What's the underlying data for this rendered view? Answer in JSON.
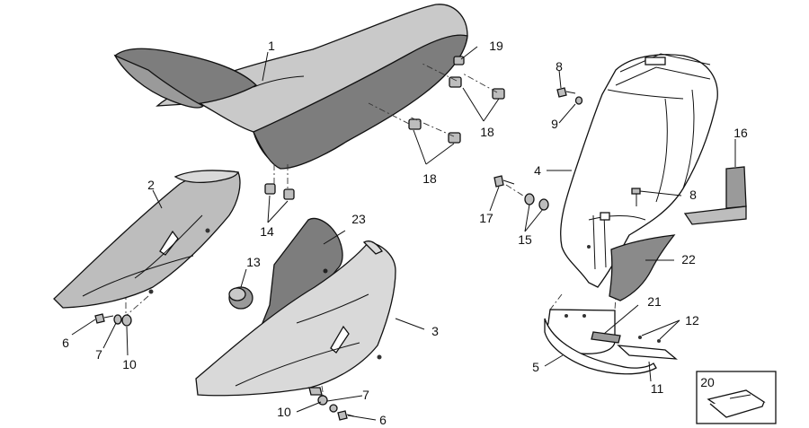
{
  "diagram": {
    "callouts": [
      {
        "key": "c1",
        "text": "1"
      },
      {
        "key": "c2",
        "text": "2"
      },
      {
        "key": "c3",
        "text": "3"
      },
      {
        "key": "c4",
        "text": "4"
      },
      {
        "key": "c5",
        "text": "5"
      },
      {
        "key": "c6a",
        "text": "6"
      },
      {
        "key": "c6b",
        "text": "6"
      },
      {
        "key": "c7a",
        "text": "7"
      },
      {
        "key": "c7b",
        "text": "7"
      },
      {
        "key": "c8a",
        "text": "8"
      },
      {
        "key": "c8b",
        "text": "8"
      },
      {
        "key": "c9",
        "text": "9"
      },
      {
        "key": "c10a",
        "text": "10"
      },
      {
        "key": "c10b",
        "text": "10"
      },
      {
        "key": "c11",
        "text": "11"
      },
      {
        "key": "c12",
        "text": "12"
      },
      {
        "key": "c13",
        "text": "13"
      },
      {
        "key": "c14",
        "text": "14"
      },
      {
        "key": "c15",
        "text": "15"
      },
      {
        "key": "c16",
        "text": "16"
      },
      {
        "key": "c17",
        "text": "17"
      },
      {
        "key": "c18a",
        "text": "18"
      },
      {
        "key": "c18b",
        "text": "18"
      },
      {
        "key": "c19",
        "text": "19"
      },
      {
        "key": "c20",
        "text": "20"
      },
      {
        "key": "c21",
        "text": "21"
      },
      {
        "key": "c22",
        "text": "22"
      },
      {
        "key": "c23",
        "text": "23"
      }
    ],
    "colors": {
      "seat_dark": "#7d7d7d",
      "seat_light": "#c9c9c9",
      "panel_gray": "#bdbdbd",
      "panel_light": "#d9d9d9",
      "panel_dark": "#8a8a8a",
      "fender_white": "#ffffff",
      "line": "#111111"
    }
  }
}
